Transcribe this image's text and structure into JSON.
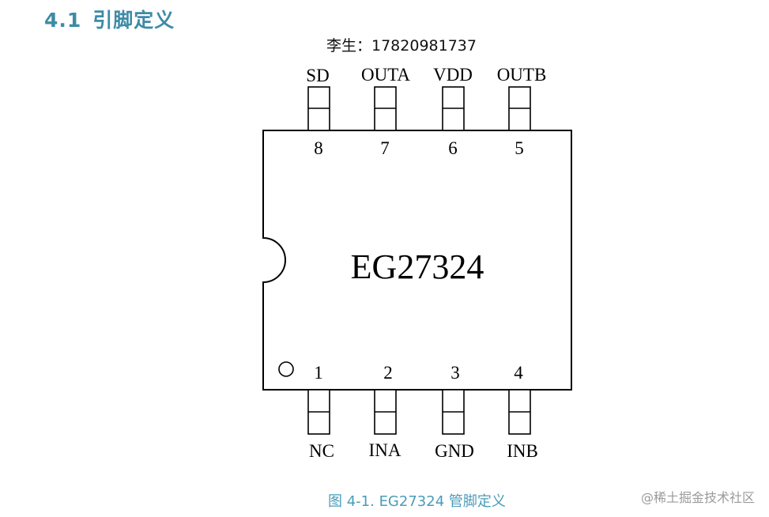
{
  "section": {
    "number": "4.1",
    "title": "引脚定义"
  },
  "contact": "李生：17820981737",
  "chip": {
    "part_number": "EG27324",
    "top_pins": [
      {
        "number": "8",
        "name": "SD"
      },
      {
        "number": "7",
        "name": "OUTA"
      },
      {
        "number": "6",
        "name": "VDD"
      },
      {
        "number": "5",
        "name": "OUTB"
      }
    ],
    "bottom_pins": [
      {
        "number": "1",
        "name": "NC"
      },
      {
        "number": "2",
        "name": "INA"
      },
      {
        "number": "3",
        "name": "GND"
      },
      {
        "number": "4",
        "name": "INB"
      }
    ]
  },
  "caption": "图 4-1. EG27324 管脚定义",
  "watermark": "@稀土掘金技术社区",
  "colors": {
    "heading": "#3d8ba6",
    "caption": "#4a9cb8",
    "line": "#000000"
  }
}
